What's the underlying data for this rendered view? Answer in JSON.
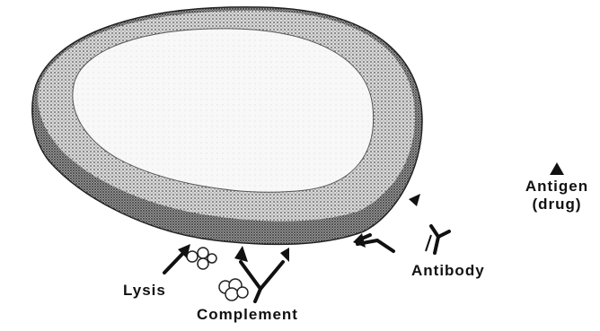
{
  "labels": {
    "antigen_line1": "Antigen",
    "antigen_line2": "(drug)",
    "antibody": "Antibody",
    "lysis": "Lysis",
    "complement": "Complement"
  },
  "colors": {
    "ink": "#111111",
    "cell_fill": "#8a8a8a",
    "inner_fill": "#f7f7f7"
  }
}
